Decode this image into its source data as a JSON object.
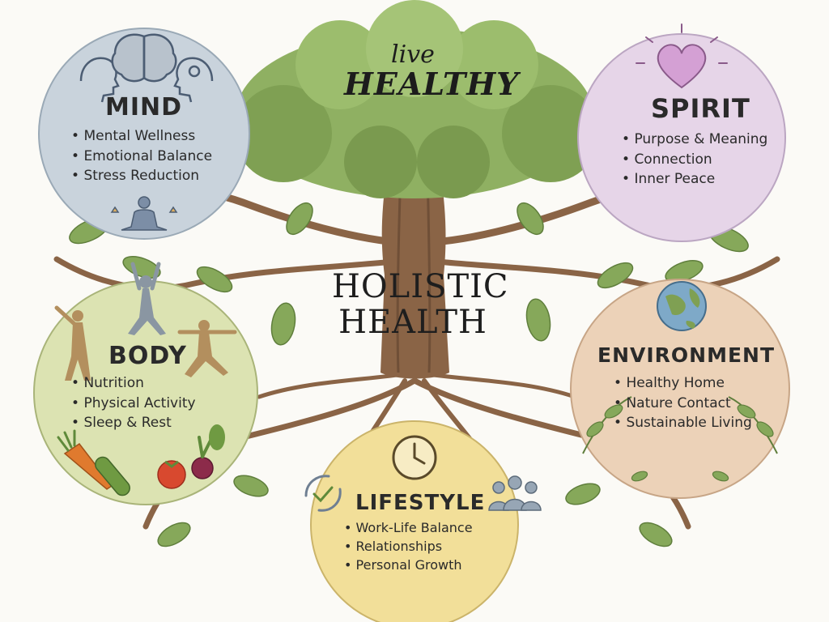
{
  "tagline": {
    "line1": "live",
    "line2": "HEALTHY"
  },
  "center_title": {
    "line1": "HOLISTIC",
    "line2": "HEALTH"
  },
  "colors": {
    "mind": "#c9d3dc",
    "spirit": "#e6d5e8",
    "body": "#dce3b2",
    "environment": "#ecd2b8",
    "lifestyle": "#f2df99",
    "foliage": "#8fb062",
    "trunk": "#8a6446",
    "leaf": "#86a85a"
  },
  "sections": {
    "mind": {
      "title": "MIND",
      "items": [
        "Mental Wellness",
        "Emotional Balance",
        "Stress Reduction"
      ],
      "icons": [
        "head-profile-icon",
        "brain-icon",
        "head-profile-icon",
        "meditation-icon"
      ]
    },
    "spirit": {
      "title": "SPIRIT",
      "items": [
        "Purpose & Meaning",
        "Connection",
        "Inner Peace"
      ],
      "icons": [
        "heart-icon"
      ]
    },
    "body": {
      "title": "BODY",
      "items": [
        "Nutrition",
        "Physical Activity",
        "Sleep & Rest"
      ],
      "icons": [
        "yoga-figure-icon",
        "carrot-icon",
        "tomato-icon"
      ]
    },
    "environment": {
      "title": "ENVIRONMENT",
      "items": [
        "Healthy Home",
        "Nature Contact",
        "Sustainable Living"
      ],
      "icons": [
        "globe-icon",
        "plant-icon"
      ]
    },
    "lifestyle": {
      "title": "LIFESTYLE",
      "items": [
        "Work-Life Balance",
        "Relationships",
        "Personal Growth"
      ],
      "icons": [
        "clock-icon",
        "cycle-check-icon",
        "people-icon"
      ]
    }
  }
}
